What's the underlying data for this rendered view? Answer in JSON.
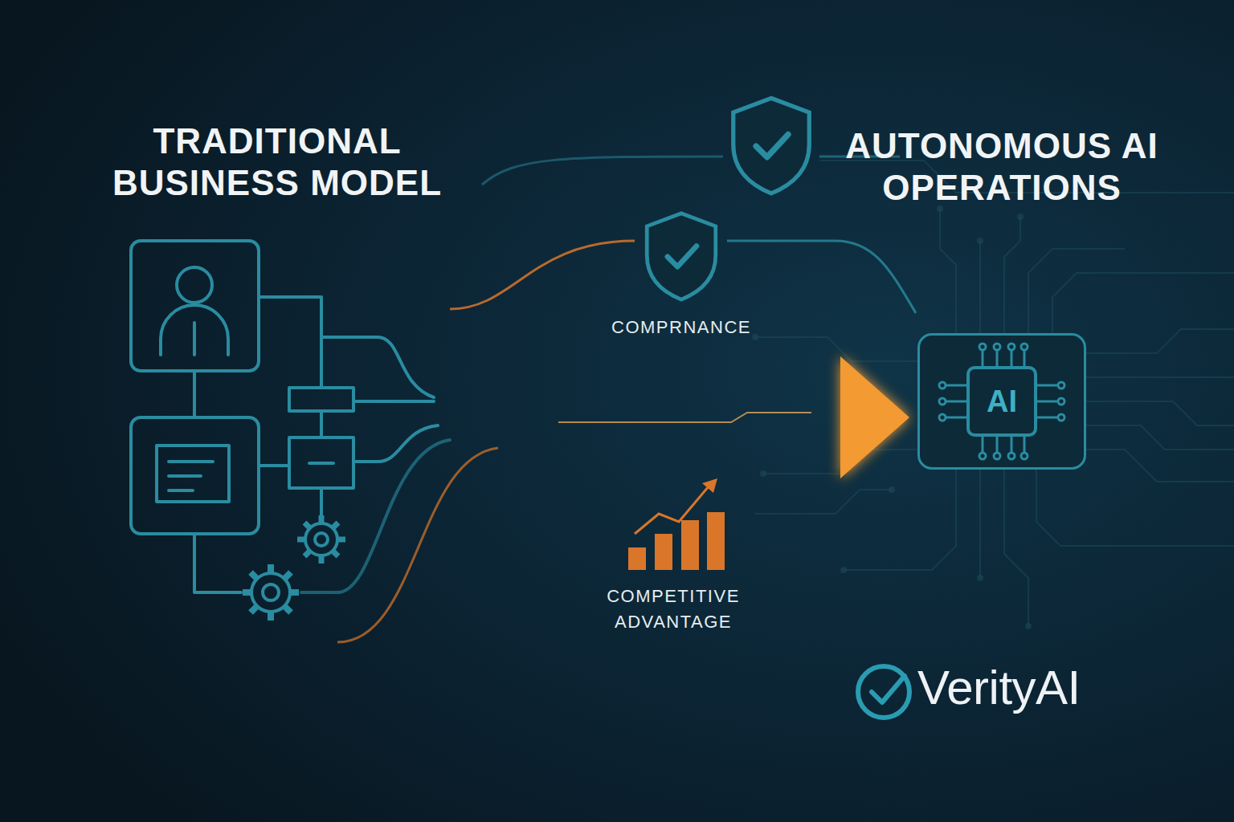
{
  "diagram": {
    "nodes": [
      {
        "text": [
          "TRADITIONAL BUSINESS MODEL"
        ]
      },
      {
        "text": [
          "AUTONOMOUS AI OPERATIONS",
          "AI"
        ]
      }
    ],
    "edges": [
      {
        "from": 0,
        "to": 1,
        "arrow": "to"
      }
    ],
    "labels": [
      "COMPRNANCE",
      "COMPETITIVE ADVANTAGE",
      "VerityAI"
    ]
  }
}
